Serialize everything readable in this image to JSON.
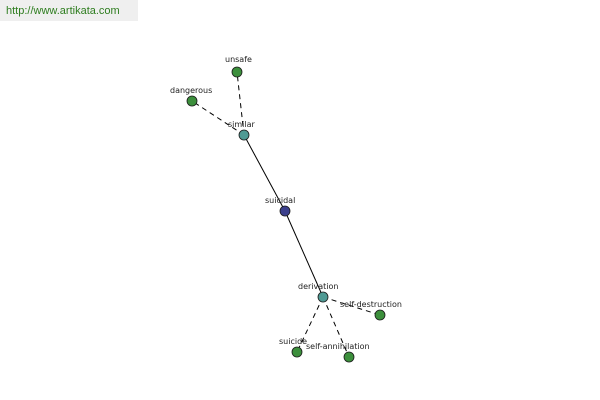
{
  "source": {
    "link_text": "http://www.artikata.com",
    "link_color": "#2e7d1f"
  },
  "graph": {
    "center_word": "suicidal",
    "colors": {
      "center_node": "#3b3f8c",
      "relation_node": "#4f9a94",
      "word_node": "#3c8f3c",
      "node_outline": "#1a1a1a",
      "edge": "#000000"
    },
    "nodes": [
      {
        "id": "suicidal",
        "label": "suicidal",
        "kind": "center"
      },
      {
        "id": "similar",
        "label": "similar",
        "kind": "relation"
      },
      {
        "id": "derivation",
        "label": "derivation",
        "kind": "relation"
      },
      {
        "id": "unsafe",
        "label": "unsafe",
        "kind": "word"
      },
      {
        "id": "dangerous",
        "label": "dangerous",
        "kind": "word"
      },
      {
        "id": "self-destruction",
        "label": "self-destruction",
        "kind": "word"
      },
      {
        "id": "suicide",
        "label": "suicide",
        "kind": "word"
      },
      {
        "id": "self-annihilation",
        "label": "self-annihilation",
        "kind": "word"
      }
    ],
    "edges": [
      {
        "from": "suicidal",
        "to": "similar",
        "style": "solid"
      },
      {
        "from": "suicidal",
        "to": "derivation",
        "style": "solid"
      },
      {
        "from": "similar",
        "to": "unsafe",
        "style": "dashed"
      },
      {
        "from": "similar",
        "to": "dangerous",
        "style": "dashed"
      },
      {
        "from": "derivation",
        "to": "self-destruction",
        "style": "dashed"
      },
      {
        "from": "derivation",
        "to": "suicide",
        "style": "dashed"
      },
      {
        "from": "derivation",
        "to": "self-annihilation",
        "style": "dashed"
      }
    ]
  }
}
